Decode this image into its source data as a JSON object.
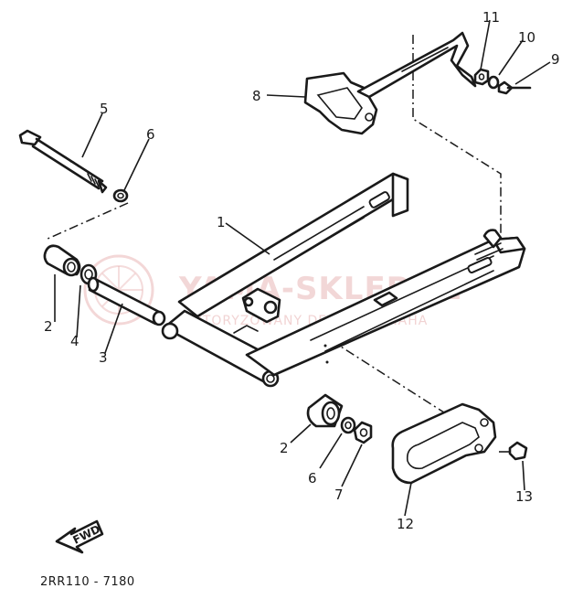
{
  "diagram_code": "2RR110 - 7180",
  "fwd_label": "FWD",
  "watermark": {
    "title": "YAMA-SKLEP.PL",
    "subtitle": "AUTORYZOWANY DEALER YAMAHA",
    "color": "#e9b7b7"
  },
  "callouts": {
    "c1": "1",
    "c2a": "2",
    "c2b": "2",
    "c3": "3",
    "c4": "4",
    "c5": "5",
    "c6a": "6",
    "c6b": "6",
    "c7": "7",
    "c8": "8",
    "c9": "9",
    "c10": "10",
    "c11": "11",
    "c12": "12",
    "c13": "13"
  }
}
